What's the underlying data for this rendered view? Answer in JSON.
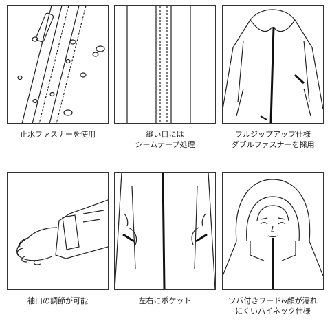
{
  "panels": [
    {
      "id": "zipper",
      "caption": [
        "止水ファスナーを使用"
      ]
    },
    {
      "id": "seam",
      "caption": [
        "縫い目には",
        "シームテープ処理"
      ]
    },
    {
      "id": "fullzip",
      "caption": [
        "フルジップアップ仕様",
        "ダブルファスナーを採用"
      ]
    },
    {
      "id": "cuff",
      "caption": [
        "袖口の調節が可能"
      ]
    },
    {
      "id": "pocket",
      "caption": [
        "左右にポケット"
      ]
    },
    {
      "id": "hood",
      "caption": [
        "ツバ付きフード&顔が濡れ",
        "にくいハイネック仕様"
      ]
    }
  ]
}
